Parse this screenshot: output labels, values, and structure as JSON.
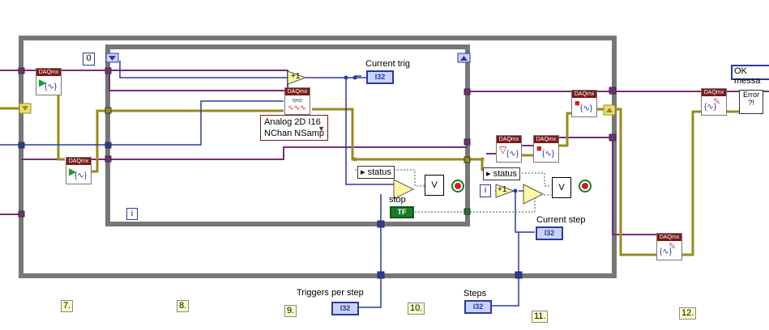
{
  "labels": {
    "current_trig": "Current trig",
    "current_step": "Current step",
    "triggers_per_step": "Triggers per step",
    "steps": "Steps",
    "stop": "stop",
    "ok_message": "OK messa"
  },
  "constants": {
    "zero": "0",
    "plus_one": "+1",
    "i_terminal": "i"
  },
  "indicators": {
    "i32": "I32",
    "tf": "TF"
  },
  "nodes": {
    "daqmx": "DAQmx",
    "status": "status",
    "or_symbol": "V",
    "error_text": "Error ?!"
  },
  "polymorphic_selector": {
    "line1": "Analog 2D I16",
    "line2": "NChan NSamp"
  },
  "step_numbers": [
    "7.",
    "8.",
    "9.",
    "10.",
    "11.",
    "12."
  ]
}
